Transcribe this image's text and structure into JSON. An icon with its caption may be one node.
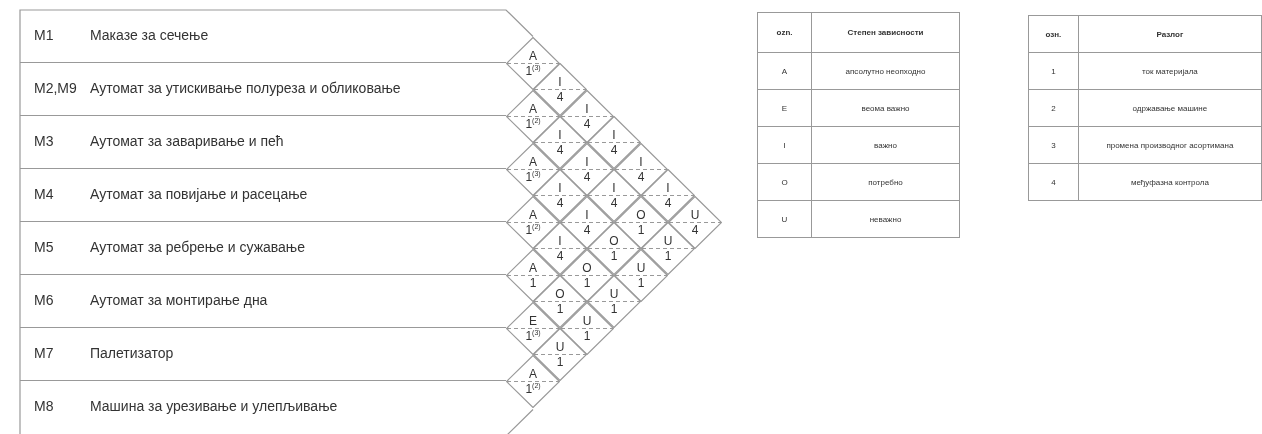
{
  "diagram": {
    "nodes": [
      {
        "text": [
          "M1",
          "Маказе за сечење"
        ]
      },
      {
        "text": [
          "M2,M9",
          "Аутомат за утискивање полуреза и обликовање"
        ]
      },
      {
        "text": [
          "M3",
          "Аутомат за заваривање и пећ"
        ]
      },
      {
        "text": [
          "M4",
          "Аутомат за повијање и расецање"
        ]
      },
      {
        "text": [
          "M5",
          "Аутомат за ребрење и сужавање"
        ]
      },
      {
        "text": [
          "M6",
          "Аутомат за монтирање дна"
        ]
      },
      {
        "text": [
          "M7",
          "Палетизатор"
        ]
      },
      {
        "text": [
          "M8",
          "Машина за урезивање и улепљивање"
        ]
      },
      {
        "text": [
          "A",
          "1$^{(3)}$"
        ]
      },
      {
        "text": [
          "I",
          "4"
        ]
      },
      {
        "text": [
          "A",
          "1$^{(2)}$"
        ]
      },
      {
        "text": [
          "I",
          "4"
        ]
      },
      {
        "text": [
          "I",
          "4"
        ]
      },
      {
        "text": [
          "I",
          "4"
        ]
      },
      {
        "text": [
          "A",
          "1$^{(3)}$"
        ]
      },
      {
        "text": [
          "I",
          "4"
        ]
      },
      {
        "text": [
          "I",
          "4"
        ]
      },
      {
        "text": [
          "I",
          "4"
        ]
      },
      {
        "text": [
          "I",
          "4"
        ]
      },
      {
        "text": [
          "I",
          "4"
        ]
      },
      {
        "text": [
          "A",
          "1$^{(2)}$"
        ]
      },
      {
        "text": [
          "I",
          "4"
        ]
      },
      {
        "text": [
          "O",
          "1"
        ]
      },
      {
        "text": [
          "U",
          "4"
        ]
      },
      {
        "text": [
          "I",
          "4"
        ]
      },
      {
        "text": [
          "O",
          "1"
        ]
      },
      {
        "text": [
          "U",
          "1"
        ]
      },
      {
        "text": [
          "A",
          "1"
        ]
      },
      {
        "text": [
          "O",
          "1"
        ]
      },
      {
        "text": [
          "U",
          "1"
        ]
      },
      {
        "text": [
          "O",
          "1"
        ]
      },
      {
        "text": [
          "U",
          "1"
        ]
      },
      {
        "text": [
          "E",
          "1$^{(3)}$"
        ]
      },
      {
        "text": [
          "U",
          "1"
        ]
      },
      {
        "text": [
          "U",
          "1"
        ]
      },
      {
        "text": [
          "A",
          "1$^{(2)}$"
        ]
      }
    ],
    "labels": [
      "ozn.",
      "Степен зависности",
      "A",
      "апсолутно неопходно",
      "E",
      "веома важно",
      "I",
      "важно",
      "O",
      "потребно",
      "U",
      "неважно",
      "озн.",
      "Разлог",
      "1",
      "ток материјала",
      "2",
      "одржавање машине",
      "3",
      "промена производног асортимана",
      "4",
      "међуфазна контрола"
    ]
  }
}
